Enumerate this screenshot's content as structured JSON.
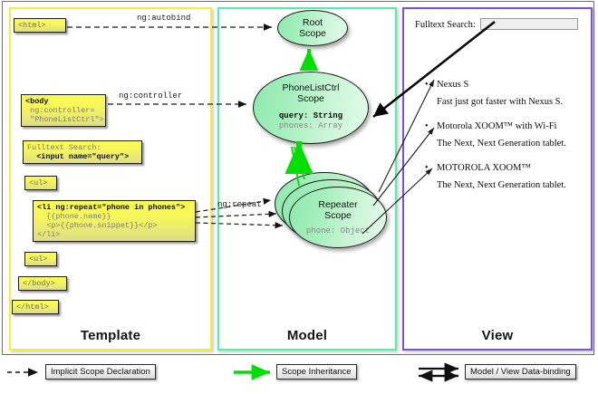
{
  "columns": [
    {
      "id": "template",
      "label": "Template",
      "border_color": "#f2ef38"
    },
    {
      "id": "model",
      "label": "Model",
      "border_color": "#4ff0a8"
    },
    {
      "id": "view",
      "label": "View",
      "border_color": "#7a4ff0"
    }
  ],
  "template": {
    "boxes": [
      {
        "name": "html-open-tag",
        "text": "<html>"
      },
      {
        "name": "body-open-tag",
        "line1": "<body",
        "line2": " ng:controller=",
        "line3": " \"PhoneListCtrl\">"
      },
      {
        "name": "fulltext-search-snippet",
        "line1": "Fulltext Search:",
        "line2": "  <input name=\"query\">"
      },
      {
        "name": "ul-open-tag",
        "text": "<ul>"
      },
      {
        "name": "li-repeat-snippet",
        "line1": "<li ng:repeat=\"phone in phones\">",
        "line2": "  {{phone.name}}",
        "line3": "  <p>{{phone.snippet}}</p>",
        "line4": "</li>"
      },
      {
        "name": "ul-close-tag",
        "text": "<ul>"
      },
      {
        "name": "body-close-tag",
        "text": "</body>"
      },
      {
        "name": "html-close-tag",
        "text": "</html>"
      }
    ]
  },
  "model": {
    "scopes": [
      {
        "name": "root-scope",
        "title_line1": "Root",
        "title_line2": "Scope",
        "props": []
      },
      {
        "name": "phonelistctrl-scope",
        "title_line1": "PhoneListCtrl",
        "title_line2": "Scope",
        "prop_bold": "query: String",
        "prop_gray": "phones: Array"
      },
      {
        "name": "repeater-scope",
        "title_line1": "Repeater",
        "title_line2": "Scope",
        "prop_gray": "phone: Object"
      }
    ]
  },
  "edges": {
    "autobind_label": "ng:autobind",
    "controller_label": "ng:controller",
    "repeat_label": "ng:repeat"
  },
  "view": {
    "search_label": "Fulltext Search:",
    "search_value": "",
    "search_placeholder": "",
    "phones": [
      {
        "name": "Nexus S",
        "snippet": "Fast just got faster with Nexus S."
      },
      {
        "name": "Motorola XOOM™  with Wi-Fi",
        "snippet": "The Next, Next Generation tablet."
      },
      {
        "name": "MOTOROLA XOOM™",
        "snippet": "The Next, Next Generation tablet."
      }
    ]
  },
  "legend": [
    {
      "name": "legend-implicit-scope-declaration",
      "label": "Implicit Scope Declaration",
      "style": "dashed-black-arrow"
    },
    {
      "name": "legend-scope-inheritance",
      "label": "Scope Inheritance",
      "style": "solid-green-arrow"
    },
    {
      "name": "legend-model-view-data-binding",
      "label": "Model / View Data-binding",
      "style": "double-black-arrow"
    }
  ],
  "colors": {
    "template_border": "#f2ef38",
    "model_border": "#4ff0a8",
    "view_border": "#7a4ff0",
    "code_box_fill": "#f7f75b",
    "scope_fill": "#a6efbe",
    "inheritance_arrow": "#00e000"
  }
}
